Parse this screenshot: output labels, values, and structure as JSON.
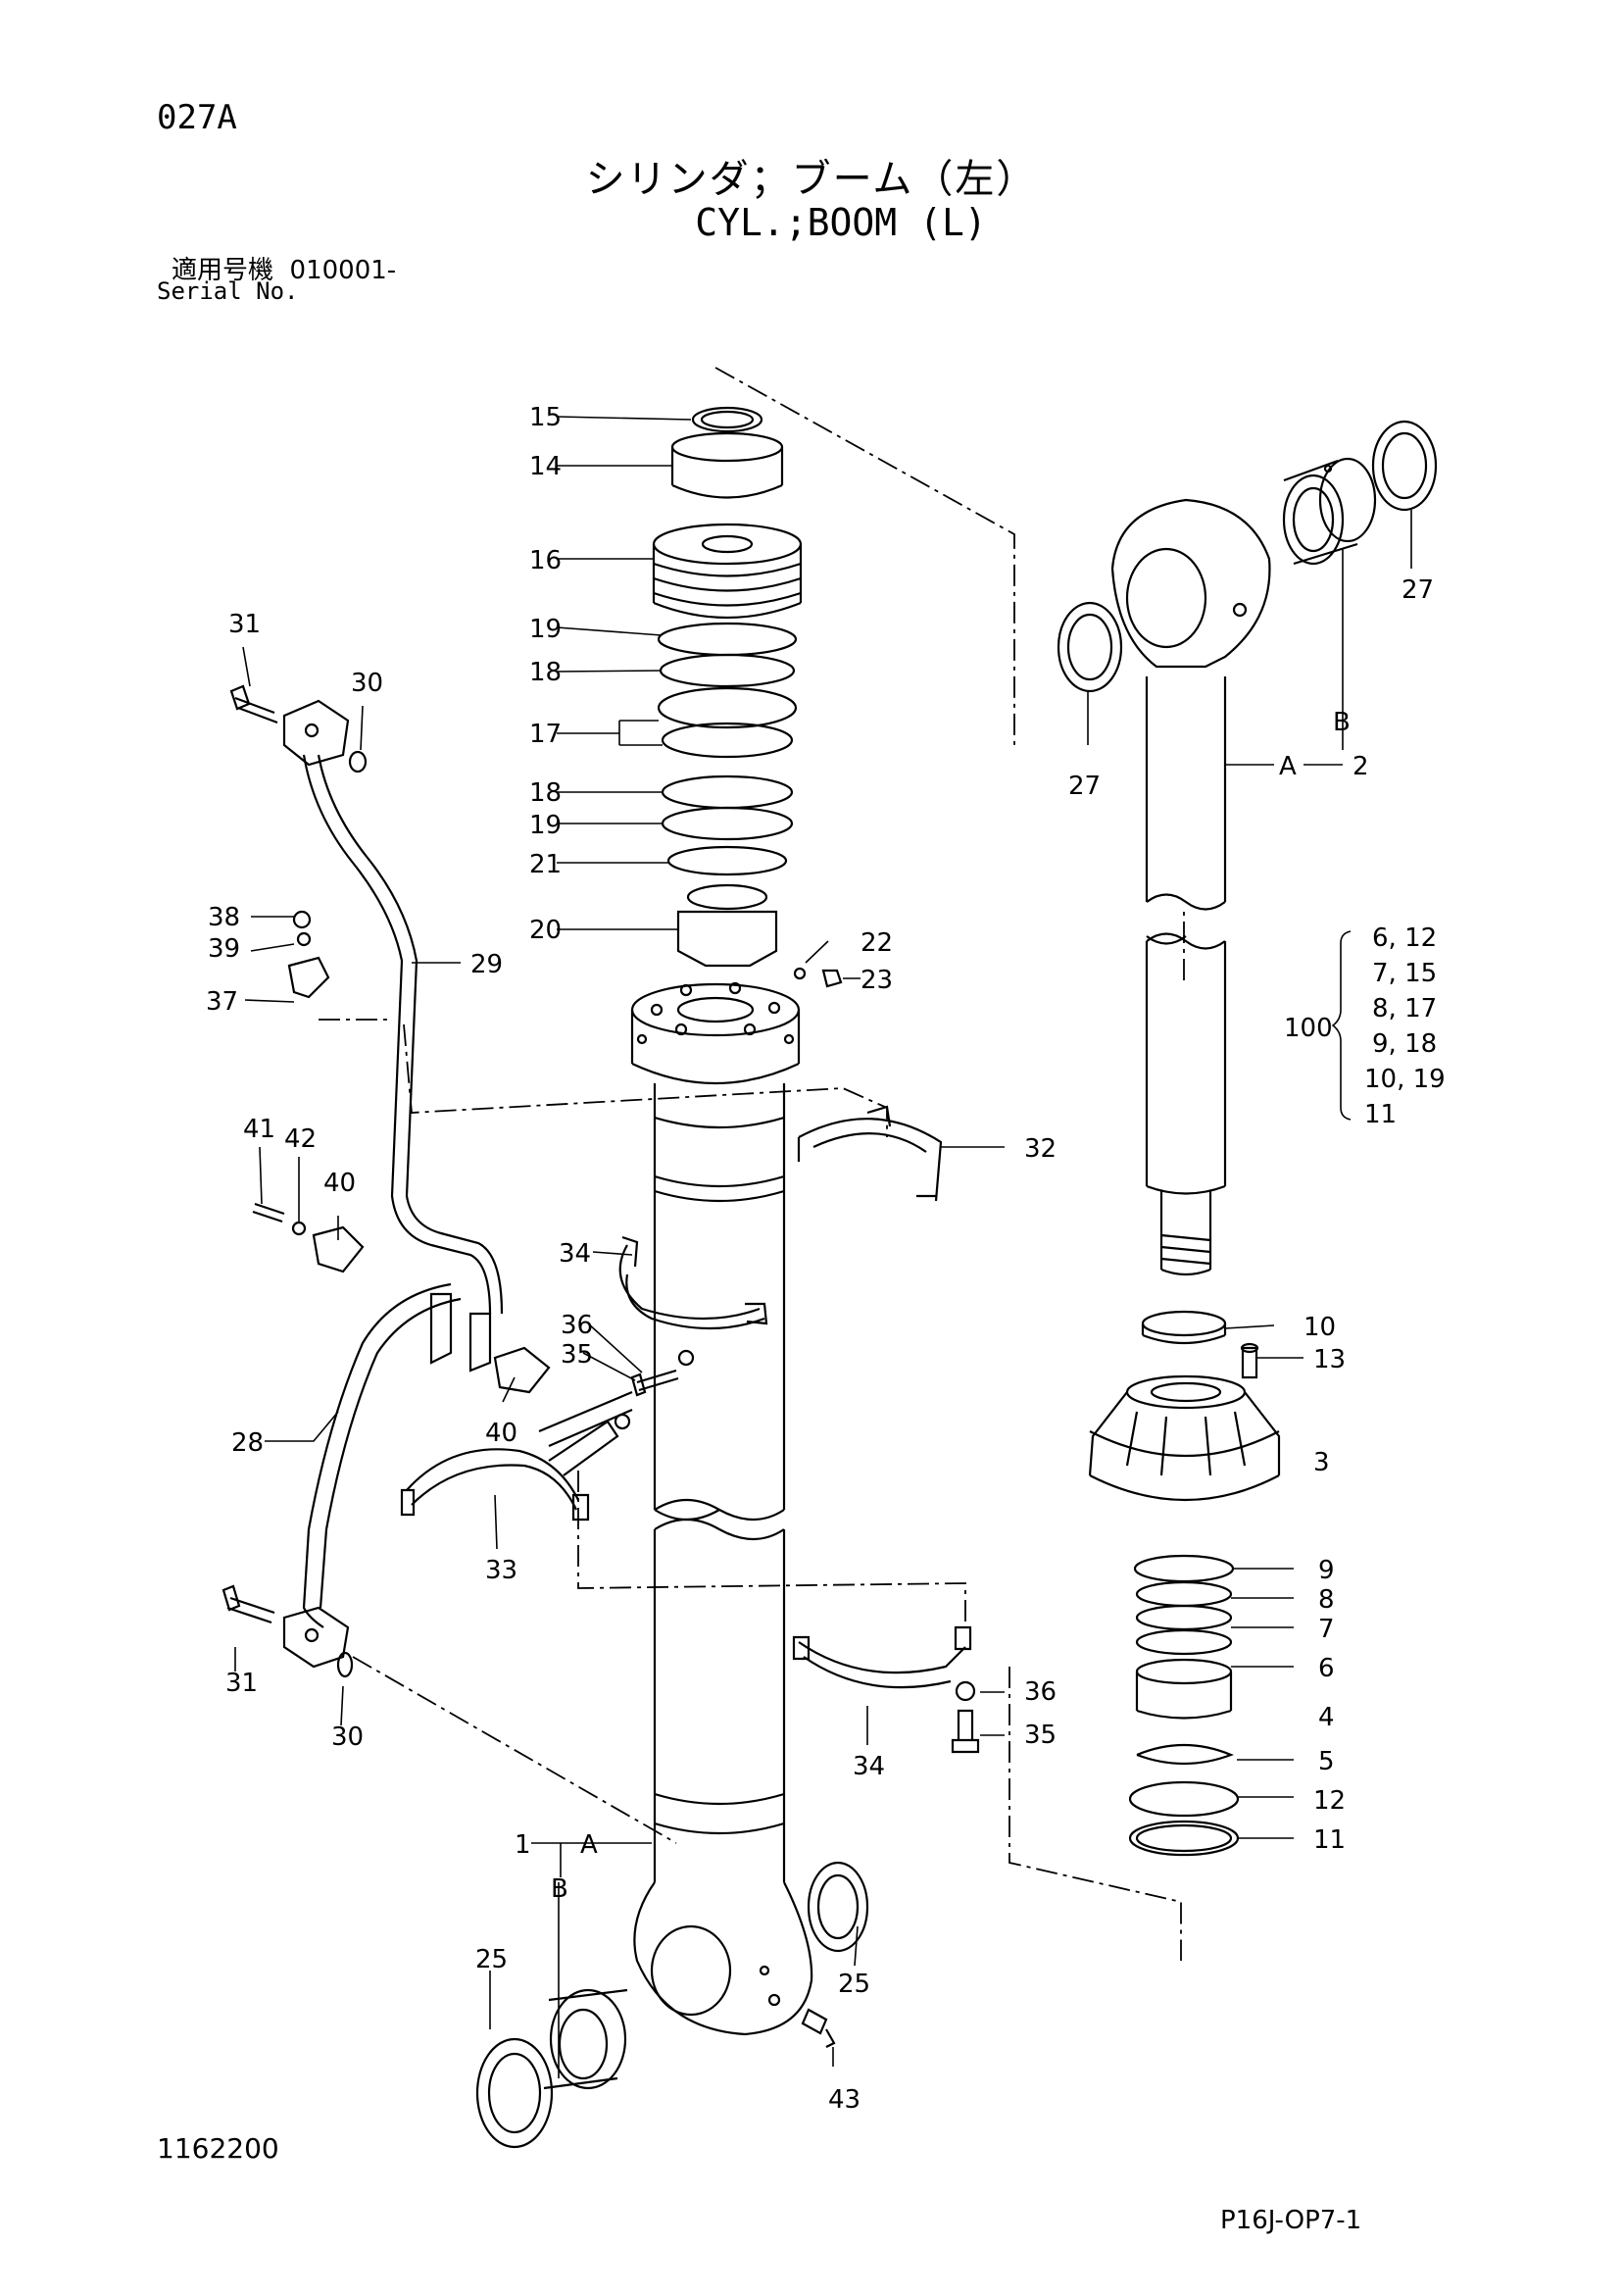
{
  "header": {
    "page_code": "027A",
    "title_jp": "シリンダ；ブーム（左）",
    "title_en": "CYL.;BOOM (L)",
    "serial_label_jp": "適用号機",
    "serial_value": "010001-",
    "serial_label_en": "Serial No."
  },
  "footer": {
    "doc_number": "1162200",
    "ref_code": "P16J-OP7-1"
  },
  "callouts": [
    "15",
    "14",
    "16",
    "19",
    "18",
    "17",
    "18",
    "19",
    "21",
    "20",
    "22",
    "23",
    "31",
    "30",
    "38",
    "39",
    "37",
    "29",
    "41",
    "42",
    "40",
    "34",
    "36",
    "35",
    "40",
    "28",
    "33",
    "31",
    "30",
    "32",
    "34",
    "36",
    "35",
    "1",
    "A",
    "B",
    "25",
    "25",
    "43",
    "27",
    "27",
    "B",
    "A",
    "2",
    "10",
    "13",
    "3",
    "9",
    "8",
    "7",
    "6",
    "4",
    "5",
    "12",
    "11"
  ],
  "kit": {
    "number": "100",
    "lines": [
      "6, 12",
      "7, 15",
      "8, 17",
      "9, 18",
      "10, 19",
      "11"
    ]
  }
}
